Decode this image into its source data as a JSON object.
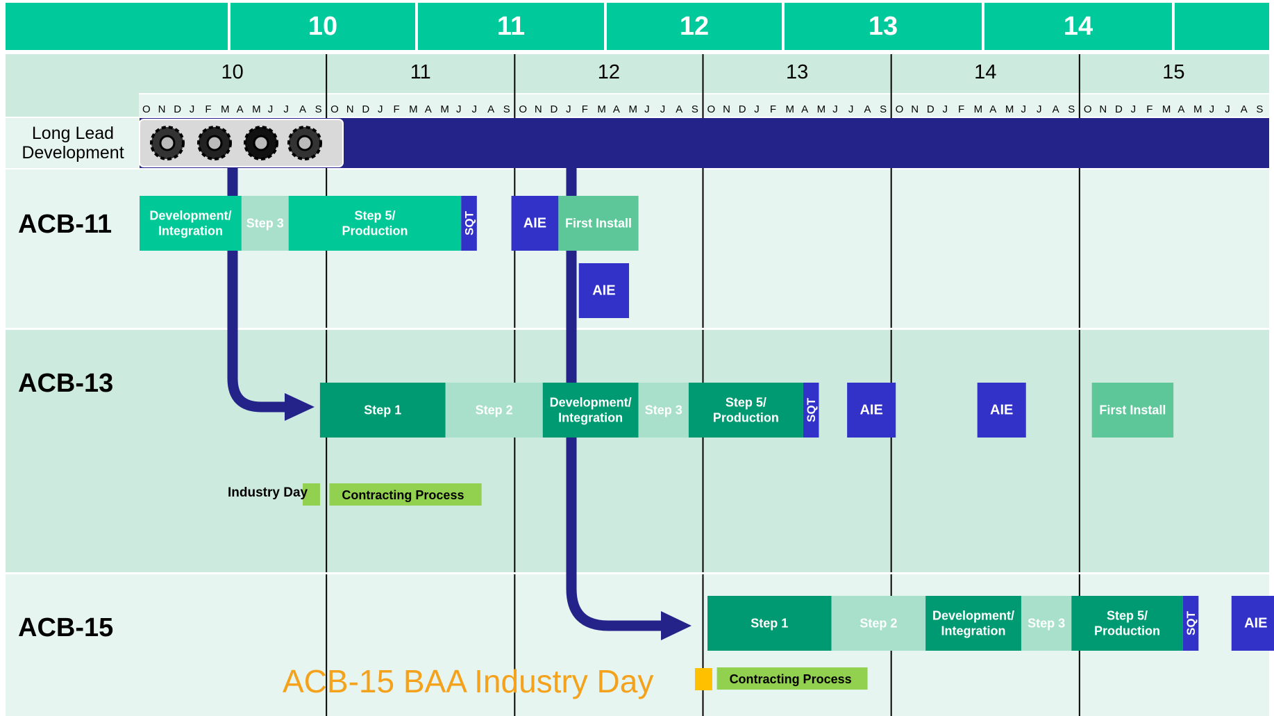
{
  "chart_data": {
    "type": "gantt",
    "fiscal_years_top": [
      "10",
      "11",
      "12",
      "13",
      "14"
    ],
    "fiscal_years": [
      "10",
      "11",
      "12",
      "13",
      "14",
      "15"
    ],
    "months": [
      "O",
      "N",
      "D",
      "J",
      "F",
      "M",
      "A",
      "M",
      "J",
      "J",
      "A",
      "S"
    ],
    "rows": [
      {
        "label": "Long Lead\nDevelopment",
        "label_lines": [
          "Long Lead",
          "Development"
        ]
      },
      {
        "label": "ACB-11"
      },
      {
        "label": "ACB-13"
      },
      {
        "label": "ACB-15"
      }
    ],
    "long_lead_bar": {
      "start": "Oct FY10",
      "end": "Sep FY15",
      "icon": "gears-icon"
    },
    "tasks": [
      {
        "row": "ACB-11",
        "label": "Development/\nIntegration",
        "lines": [
          "Development/",
          "Integration"
        ],
        "start": 0.0,
        "end": 6.5,
        "type": "dev"
      },
      {
        "row": "ACB-11",
        "label": "Step 3",
        "lines": [
          "Step 3"
        ],
        "start": 6.5,
        "end": 9.5,
        "type": "step3"
      },
      {
        "row": "ACB-11",
        "label": "Step 5/\nProduction",
        "lines": [
          "Step 5/",
          "Production"
        ],
        "start": 9.5,
        "end": 20.5,
        "type": "prod"
      },
      {
        "row": "ACB-11",
        "label": "SQT",
        "lines": [
          "SQT"
        ],
        "start": 20.5,
        "end": 21.5,
        "type": "sqt"
      },
      {
        "row": "ACB-11",
        "label": "AIE",
        "lines": [
          "AIE"
        ],
        "start": 23.7,
        "end": 26.7,
        "type": "aie"
      },
      {
        "row": "ACB-11",
        "label": "First Install",
        "lines": [
          "First Install"
        ],
        "start": 26.7,
        "end": 31.8,
        "type": "install"
      },
      {
        "row": "ACB-11",
        "label": "AIE",
        "lines": [
          "AIE"
        ],
        "start": 28.0,
        "end": 31.2,
        "type": "aie",
        "lane": 2
      },
      {
        "row": "ACB-13",
        "label": "Step 1",
        "lines": [
          "Step 1"
        ],
        "start": 11.5,
        "end": 19.5,
        "type": "step1"
      },
      {
        "row": "ACB-13",
        "label": "Step 2",
        "lines": [
          "Step 2"
        ],
        "start": 19.5,
        "end": 25.7,
        "type": "step2"
      },
      {
        "row": "ACB-13",
        "label": "Development/\nIntegration",
        "lines": [
          "Development/",
          "Integration"
        ],
        "start": 25.7,
        "end": 31.8,
        "type": "dev13"
      },
      {
        "row": "ACB-13",
        "label": "Step 3",
        "lines": [
          "Step 3"
        ],
        "start": 31.8,
        "end": 35.0,
        "type": "step3"
      },
      {
        "row": "ACB-13",
        "label": "Step 5/\nProduction",
        "lines": [
          "Step 5/",
          "Production"
        ],
        "start": 35.0,
        "end": 42.3,
        "type": "prod13"
      },
      {
        "row": "ACB-13",
        "label": "SQT",
        "lines": [
          "SQT"
        ],
        "start": 42.3,
        "end": 43.3,
        "type": "sqt"
      },
      {
        "row": "ACB-13",
        "label": "AIE",
        "lines": [
          "AIE"
        ],
        "start": 45.1,
        "end": 48.2,
        "type": "aie"
      },
      {
        "row": "ACB-13",
        "label": "AIE",
        "lines": [
          "AIE"
        ],
        "start": 53.4,
        "end": 56.5,
        "type": "aie"
      },
      {
        "row": "ACB-13",
        "label": "First Install",
        "lines": [
          "First Install"
        ],
        "start": 60.7,
        "end": 65.9,
        "type": "install"
      },
      {
        "row": "ACB-15",
        "label": "Step 1",
        "lines": [
          "Step 1"
        ],
        "start": 36.2,
        "end": 44.1,
        "type": "step1"
      },
      {
        "row": "ACB-15",
        "label": "Step 2",
        "lines": [
          "Step 2"
        ],
        "start": 44.1,
        "end": 50.1,
        "type": "step2"
      },
      {
        "row": "ACB-15",
        "label": "Development/\nIntegration",
        "lines": [
          "Development/",
          "Integration"
        ],
        "start": 50.1,
        "end": 56.2,
        "type": "dev13"
      },
      {
        "row": "ACB-15",
        "label": "Step 3",
        "lines": [
          "Step 3"
        ],
        "start": 56.2,
        "end": 59.4,
        "type": "step3"
      },
      {
        "row": "ACB-15",
        "label": "Step 5/\nProduction",
        "lines": [
          "Step 5/",
          "Production"
        ],
        "start": 59.4,
        "end": 66.5,
        "type": "prod13"
      },
      {
        "row": "ACB-15",
        "label": "SQT",
        "lines": [
          "SQT"
        ],
        "start": 66.5,
        "end": 67.5,
        "type": "sqt"
      },
      {
        "row": "ACB-15",
        "label": "AIE",
        "lines": [
          "AIE"
        ],
        "start": 69.6,
        "end": 72.7,
        "type": "aie"
      }
    ],
    "milestones": [
      {
        "row": "ACB-13",
        "label": "Industry Day",
        "marker_month": 10.4
      },
      {
        "row": "ACB-13",
        "label": "Contracting Process",
        "start": 12.1,
        "end": 21.8
      },
      {
        "row": "ACB-15",
        "label": "ACB-15 BAA Industry Day",
        "marker_month": 35.4
      },
      {
        "row": "ACB-15",
        "label": "Contracting Process",
        "start": 36.8,
        "end": 46.4
      }
    ],
    "arrows": [
      {
        "from": "Long Lead Development",
        "to": "ACB-13 Step 1"
      },
      {
        "from": "Long Lead Development",
        "to": "ACB-15 Step 1"
      }
    ]
  },
  "colors": {
    "header_band": "#00c99c",
    "header_divider": "#ffffff",
    "row_light": "#e6f5ef",
    "row_mid": "#cdeadf",
    "navy": "#23238a",
    "sqt": "#3232c8",
    "aie": "#3232c8",
    "dev": "#00c896",
    "step3": "#a8e0cc",
    "prod": "#00c896",
    "install": "#5dc79a",
    "step1": "#009a72",
    "step2": "#a8e0cc",
    "dev13": "#009a72",
    "prod13": "#009a72",
    "contract": "#92d050",
    "industry_day_marker": "#92d050",
    "baa_marker": "#ffc000",
    "baa_text": "#f4a11c"
  }
}
